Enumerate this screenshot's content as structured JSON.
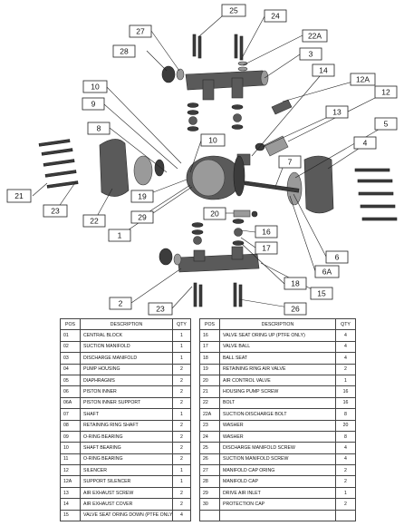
{
  "callouts": [
    "25",
    "24",
    "27",
    "22A",
    "28",
    "3",
    "14",
    "12A",
    "10",
    "12",
    "9",
    "13",
    "5",
    "8",
    "4",
    "10",
    "7",
    "21",
    "23",
    "19",
    "29",
    "22",
    "20",
    "16",
    "1",
    "17",
    "6",
    "6A",
    "18",
    "15",
    "2",
    "23",
    "26"
  ],
  "table": {
    "headers": {
      "pos": "POS",
      "description": "DESCRIPTION",
      "qty": "QTY"
    },
    "left": [
      {
        "pos": "01",
        "description": "CENTRAL BLOCK",
        "qty": "1"
      },
      {
        "pos": "02",
        "description": "SUCTION MANIFOLD",
        "qty": "1"
      },
      {
        "pos": "03",
        "description": "DISCHARGE MANIFOLD",
        "qty": "1"
      },
      {
        "pos": "04",
        "description": "PUMP HOUSING",
        "qty": "2"
      },
      {
        "pos": "05",
        "description": "DIAPHRAGMS",
        "qty": "2"
      },
      {
        "pos": "06",
        "description": "PISTON INNER",
        "qty": "2"
      },
      {
        "pos": "06A",
        "description": "PISTON INNER SUPPORT",
        "qty": "2"
      },
      {
        "pos": "07",
        "description": "SHAFT",
        "qty": "1"
      },
      {
        "pos": "08",
        "description": "RETAINING RING SHAFT",
        "qty": "2"
      },
      {
        "pos": "09",
        "description": "O-RING BEARING",
        "qty": "2"
      },
      {
        "pos": "10",
        "description": "SHAFT BEARING",
        "qty": "2"
      },
      {
        "pos": "11",
        "description": "O-RING BEARING",
        "qty": "2"
      },
      {
        "pos": "12",
        "description": "SILENCER",
        "qty": "1"
      },
      {
        "pos": "12A",
        "description": "SUPPORT SILENCER",
        "qty": "1"
      },
      {
        "pos": "13",
        "description": "AIR EXHAUST SCREW",
        "qty": "2"
      },
      {
        "pos": "14",
        "description": "AIR EXHAUST COVER",
        "qty": "2"
      },
      {
        "pos": "15",
        "description": "VALVE SEAT ORING DOWN (PTFE ONLY)",
        "qty": "4"
      }
    ],
    "right": [
      {
        "pos": "16",
        "description": "VALVE SEAT ORING UP (PTFE ONLY)",
        "qty": "4"
      },
      {
        "pos": "17",
        "description": "VALVE BALL",
        "qty": "4"
      },
      {
        "pos": "18",
        "description": "BALL SEAT",
        "qty": "4"
      },
      {
        "pos": "19",
        "description": "RETAINING RING AIR VALVE",
        "qty": "2"
      },
      {
        "pos": "20",
        "description": "AIR CONTROL VALVE",
        "qty": "1"
      },
      {
        "pos": "21",
        "description": "HOUSING PUMP SCREW",
        "qty": "16"
      },
      {
        "pos": "22",
        "description": "BOLT",
        "qty": "16"
      },
      {
        "pos": "22A",
        "description": "SUCTION-DISCHARGE BOLT",
        "qty": "8"
      },
      {
        "pos": "23",
        "description": "WASHER",
        "qty": "20"
      },
      {
        "pos": "24",
        "description": "WASHER",
        "qty": "8"
      },
      {
        "pos": "25",
        "description": "DISCHARGE MANIFOLD SCREW",
        "qty": "4"
      },
      {
        "pos": "26",
        "description": "SUCTION MANIFOLD SCREW",
        "qty": "4"
      },
      {
        "pos": "27",
        "description": "MANIFOLD CAP ORING",
        "qty": "2"
      },
      {
        "pos": "28",
        "description": "MANIFOLD CAP",
        "qty": "2"
      },
      {
        "pos": "29",
        "description": "DRIVE AIR INLET",
        "qty": "1"
      },
      {
        "pos": "30",
        "description": "PROTECTION CAP",
        "qty": "2"
      },
      {
        "pos": "",
        "description": "",
        "qty": ""
      }
    ]
  }
}
